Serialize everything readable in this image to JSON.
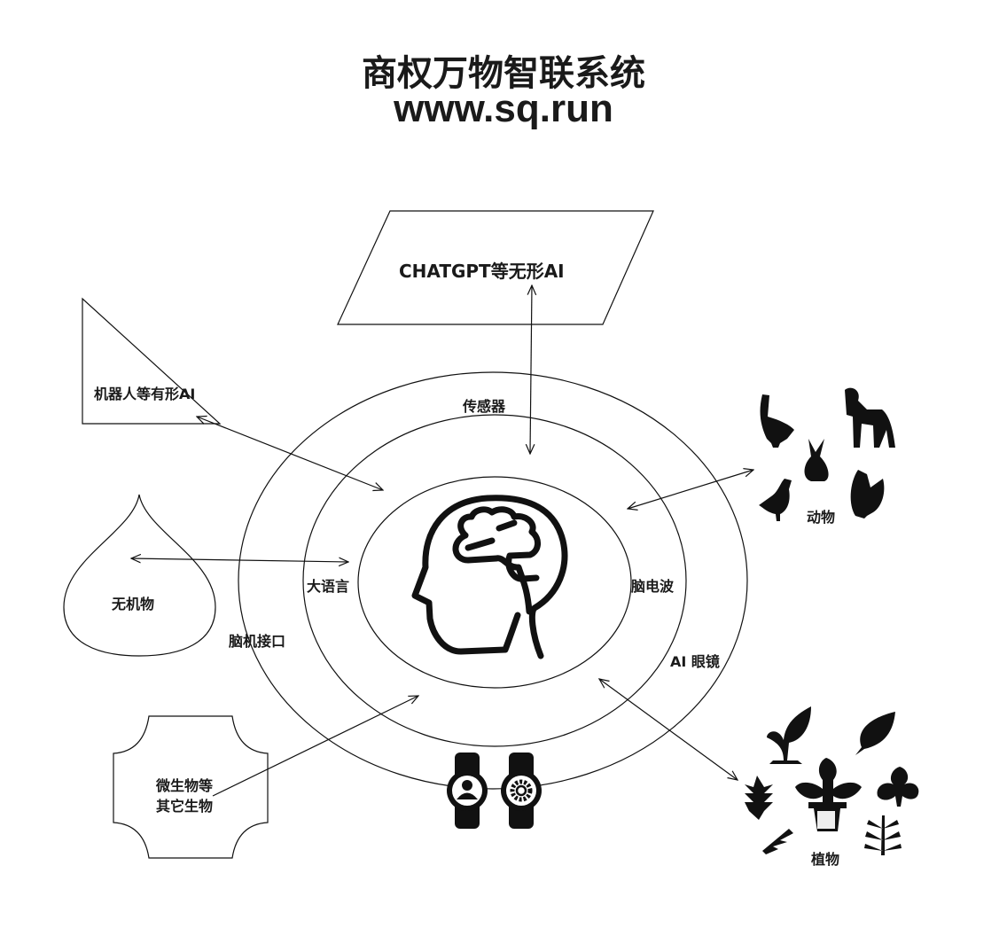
{
  "title": "商权万物智联系统",
  "url": "www.sq.run",
  "nodes": {
    "chatgpt": "CHATGPT等无形AI",
    "robot": "机器人等有形AI",
    "inorganic": "无机物",
    "microbe_line1": "微生物等",
    "microbe_line2": "其它生物",
    "animals": "动物",
    "plants": "植物"
  },
  "rings": {
    "sensor": "传感器",
    "llm": "大语言",
    "bci": "脑机接口",
    "eeg": "脑电波",
    "ai_glasses": "AI 眼镜"
  }
}
